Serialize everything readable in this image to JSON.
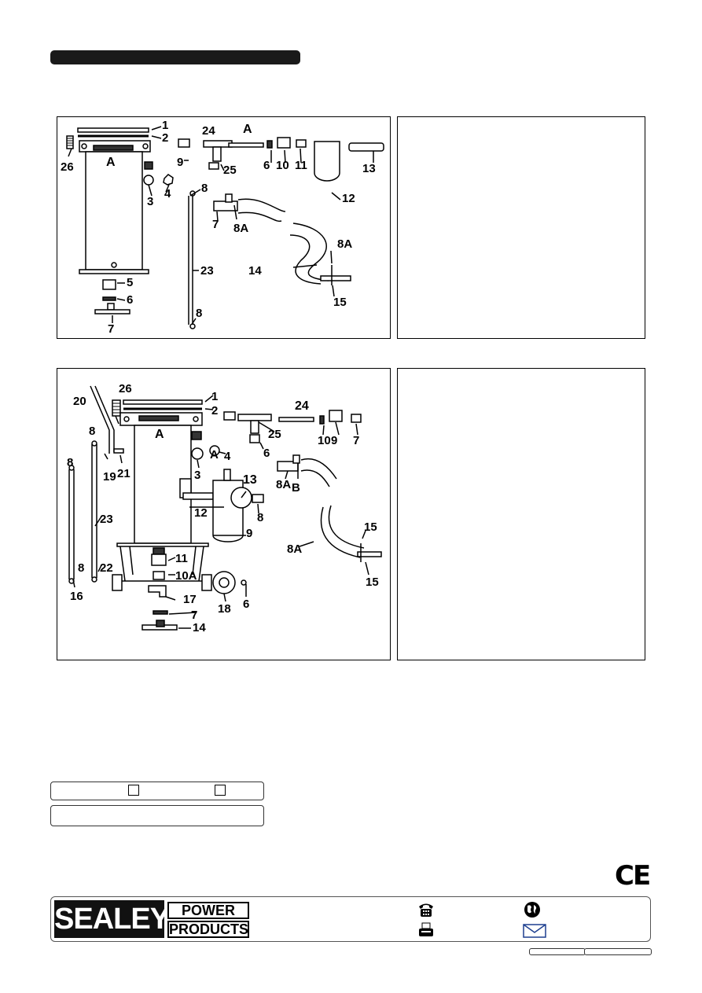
{
  "diagram1": {
    "labels": [
      "1",
      "2",
      "26",
      "A",
      "3",
      "4",
      "9",
      "24",
      "25",
      "A",
      "6",
      "10",
      "11",
      "12",
      "13",
      "8",
      "7",
      "8A",
      "23",
      "14",
      "8A",
      "15",
      "8",
      "5",
      "6",
      "7"
    ]
  },
  "diagram2": {
    "labels": [
      "20",
      "26",
      "1",
      "2",
      "A",
      "8",
      "8",
      "19",
      "21",
      "3",
      "4",
      "23",
      "A",
      "24",
      "25",
      "6",
      "10",
      "9",
      "7",
      "8A",
      "B",
      "13",
      "12",
      "9",
      "8",
      "8",
      "22",
      "16",
      "11",
      "10A",
      "17",
      "18",
      "6",
      "7",
      "14",
      "8A",
      "15"
    ]
  },
  "branding": {
    "logo_text": "SEALEY",
    "power": "POWER",
    "products": "PRODUCTS",
    "ce_mark": "CE"
  },
  "icons": [
    "telephone-icon",
    "globe-icon",
    "fax-icon",
    "email-icon"
  ]
}
